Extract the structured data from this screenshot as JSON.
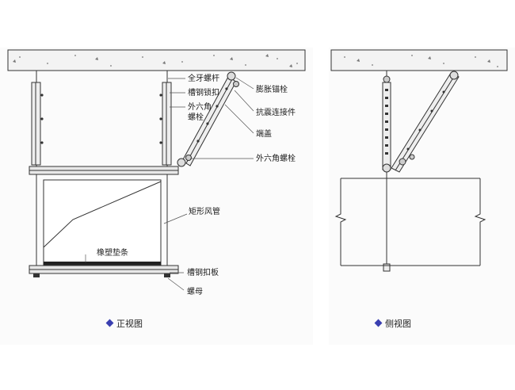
{
  "front_view": {
    "caption": "正视图",
    "labels": {
      "threaded_rod": "全牙螺杆",
      "channel_lock": "槽钢锁扣",
      "hex_bolt": "外六角螺栓",
      "expansion_anchor": "膨胀锚栓",
      "seismic_connector": "抗震连接件",
      "end_cap": "端盖",
      "hex_bolt_right": "外六角螺栓",
      "rect_duct": "矩形风管",
      "rubber_pad": "橡塑垫条",
      "channel_plate": "槽钢扣板",
      "nut": "螺母"
    }
  },
  "side_view": {
    "caption": "侧视图"
  },
  "colors": {
    "line": "#333333",
    "bullet": "#3a3fb0",
    "text": "#222222",
    "background_panel": "#f8f8f8"
  }
}
